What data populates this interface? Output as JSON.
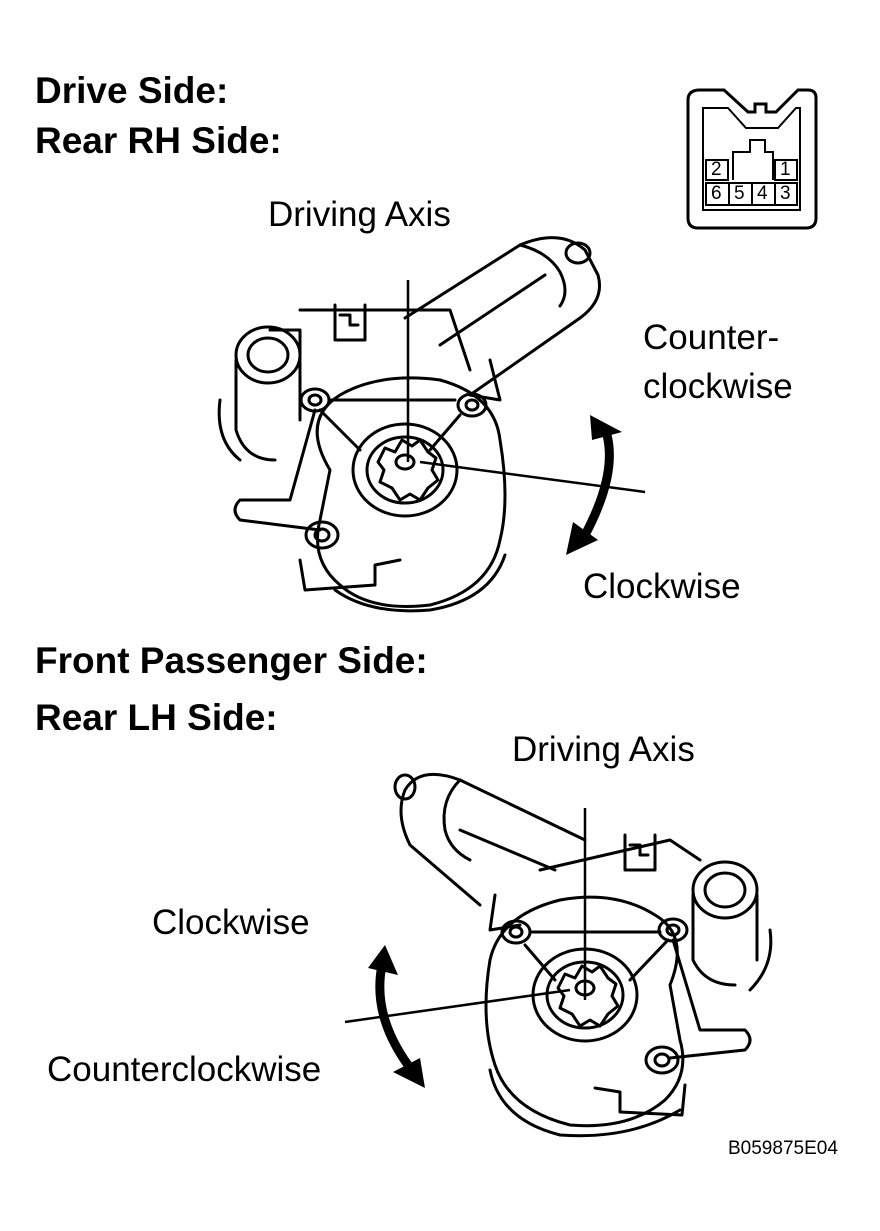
{
  "top_section": {
    "heading_line1": "Drive Side:",
    "heading_line2": "Rear RH Side:",
    "axis_label": "Driving Axis",
    "ccw_label_line1": "Counter-",
    "ccw_label_line2": "clockwise",
    "cw_label": "Clockwise"
  },
  "bottom_section": {
    "heading_line1": "Front Passenger Side:",
    "heading_line2": "Rear LH Side:",
    "axis_label": "Driving Axis",
    "cw_label": "Clockwise",
    "ccw_label": "Counterclockwise"
  },
  "connector": {
    "pins_top": [
      "2",
      "1"
    ],
    "pins_bottom": [
      "6",
      "5",
      "4",
      "3"
    ]
  },
  "figure_code": "B059875E04"
}
